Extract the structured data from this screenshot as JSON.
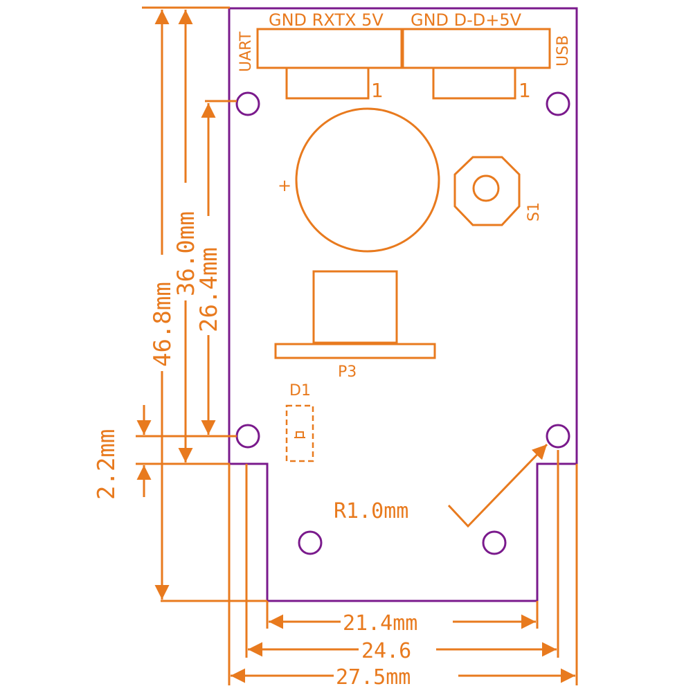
{
  "colors": {
    "dimension": "#e87a1e",
    "board_outline": "#7a1a8c",
    "background": "#ffffff"
  },
  "uart": {
    "side_label": "UART",
    "pins": "GND RXTX 5V",
    "pin1_mark": "1"
  },
  "usb": {
    "side_label": "USB",
    "pins": "GND D-D+5V",
    "pin1_mark": "1"
  },
  "components": {
    "battery_polarity": "+",
    "switch": "S1",
    "connector": "P3",
    "diode": "D1"
  },
  "dimensions": {
    "total_height": "46.8mm",
    "hole_spacing_vertical": "36.0mm",
    "hole_spacing_inner": "26.4mm",
    "offset": "2.2mm",
    "hole_radius": "R1.0mm",
    "bottom_tab_width": "21.4mm",
    "hole_spacing_horizontal": "24.6",
    "board_width": "27.5mm"
  }
}
